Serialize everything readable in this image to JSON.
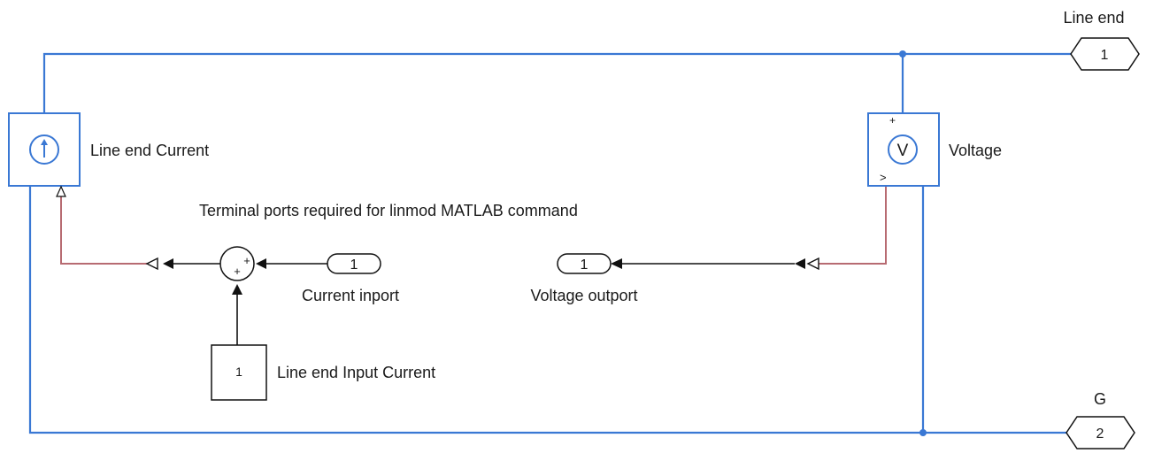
{
  "colors": {
    "physical_wire": "#3a78d4",
    "signal_wire_ps": "#b76b72",
    "signal_wire": "#111111",
    "background": "#ffffff"
  },
  "blocks": {
    "current_source": {
      "label": "Line end Current",
      "icon": "current-source-icon"
    },
    "voltage_sensor": {
      "label": "Voltage",
      "glyph": "V",
      "icon": "voltage-sensor-icon",
      "plus": "+",
      "out_mark": ">"
    },
    "line_end_port": {
      "label": "Line end",
      "number": "1"
    },
    "g_port": {
      "label": "G",
      "number": "2"
    },
    "current_inport": {
      "label": "Current inport",
      "number": "1"
    },
    "voltage_outport": {
      "label": "Voltage outport",
      "number": "1"
    },
    "constant": {
      "label": "Line end Input Current",
      "value": "1"
    },
    "sum": {
      "signs": [
        "+",
        "+"
      ]
    }
  },
  "annotation": "Terminal ports required for linmod MATLAB command"
}
